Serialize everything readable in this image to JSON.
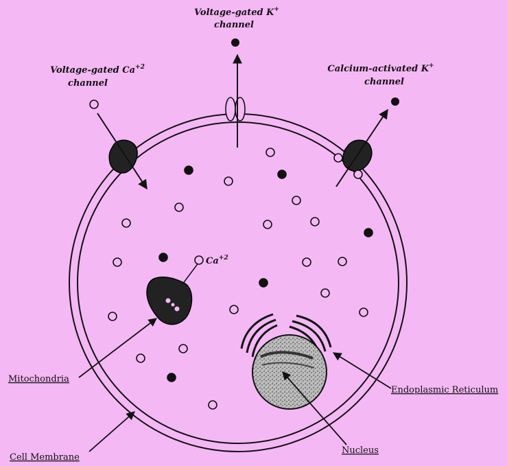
{
  "colors": {
    "background": "#f4b8f4",
    "ink": "#111111"
  },
  "labels": {
    "voltage_k_line1": "Voltage-gated K",
    "voltage_k_sup": "+",
    "voltage_k_line2": "channel",
    "voltage_ca_line1": "Voltage-gated Ca",
    "voltage_ca_sup": "+2",
    "voltage_ca_line2": "channel",
    "calcium_k_line1": "Calcium-activated K",
    "calcium_k_sup": "+",
    "calcium_k_line2": "channel",
    "ca_ion": "Ca",
    "ca_ion_sup": "+2",
    "mitochondria": "Mitochondria",
    "endoplasmic_reticulum": "Endoplasmic Reticulum",
    "cell_membrane": "Cell Membrane",
    "nucleus": "Nucleus"
  },
  "legend_icons": {
    "open_ion": "open-circle-calcium-ion-icon",
    "filled_ion": "filled-circle-potassium-ion-icon"
  }
}
